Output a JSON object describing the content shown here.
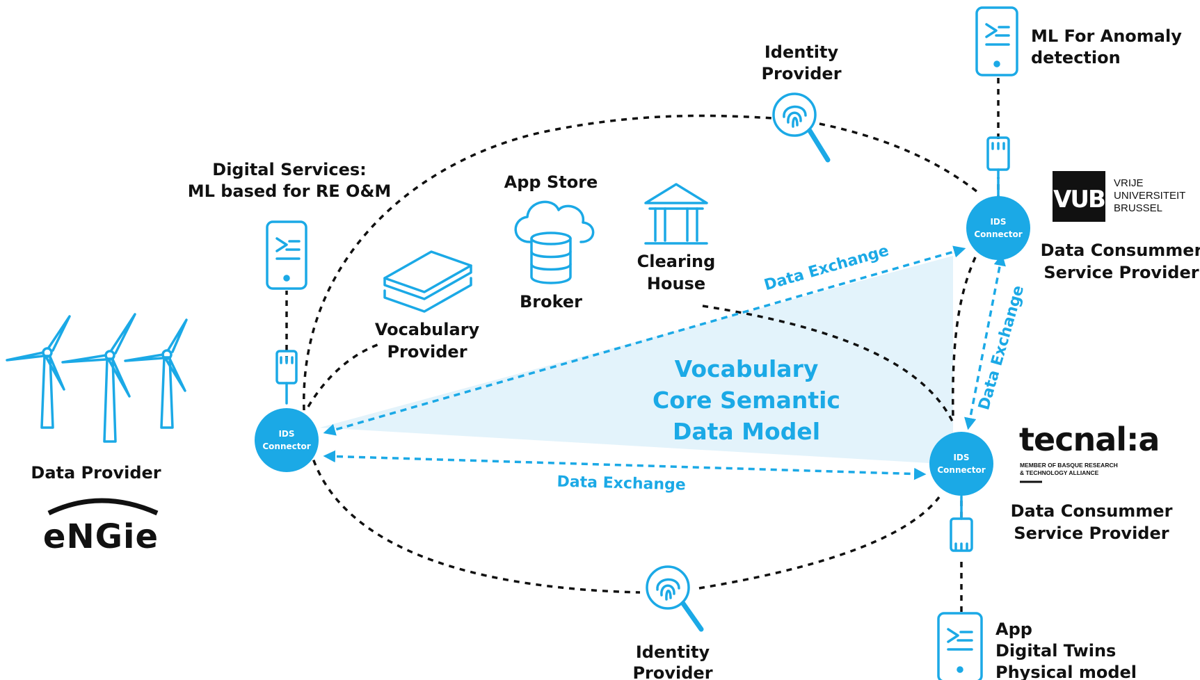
{
  "core": {
    "line1": "Vocabulary",
    "line2": "Core Semantic",
    "line3": "Data Model"
  },
  "connectors": {
    "left": {
      "l1": "IDS",
      "l2": "Connector"
    },
    "top_right": {
      "l1": "IDS",
      "l2": "Connector"
    },
    "bottom_right": {
      "l1": "IDS",
      "l2": "Connector"
    }
  },
  "data_exchange": {
    "bottom": "Data Exchange",
    "diagonal": "Data Exchange",
    "vertical": "Data Exchange"
  },
  "labels": {
    "data_provider": "Data Provider",
    "digital_services_1": "Digital Services:",
    "digital_services_2": "ML based for RE O&M",
    "vocabulary_provider_1": "Vocabulary",
    "vocabulary_provider_2": "Provider",
    "app_store": "App Store",
    "broker": "Broker",
    "clearing_house_1": "Clearing",
    "clearing_house_2": "House",
    "identity_top_1": "Identity",
    "identity_top_2": "Provider",
    "identity_bottom_1": "Identity",
    "identity_bottom_2": "Provider",
    "ml_anomaly_1": "ML For Anomaly",
    "ml_anomaly_2": "detection",
    "consumer_top_1": "Data Consummer",
    "consumer_top_2": "Service Provider",
    "consumer_bottom_1": "Data Consummer",
    "consumer_bottom_2": "Service Provider",
    "app_1": "App",
    "app_2": "Digital Twins",
    "app_3": "Physical model"
  },
  "logos": {
    "engie": "eNGie",
    "vub_mark": "VUB",
    "vub_text_1": "VRIJE",
    "vub_text_2": "UNIVERSITEIT",
    "vub_text_3": "BRUSSEL",
    "tecnalia": "tecnal:a",
    "tecnalia_sub_1": "MEMBER OF BASQUE RESEARCH",
    "tecnalia_sub_2": "& TECHNOLOGY ALLIANCE"
  },
  "colors": {
    "accent": "#1ba9e6",
    "core_fill": "#e3f3fb",
    "text": "#111111"
  },
  "icons": [
    "wind-turbine-icon",
    "server-icon",
    "usb-plug-icon",
    "stacked-layers-icon",
    "cloud-database-icon",
    "bank-building-icon",
    "fingerprint-search-icon"
  ]
}
